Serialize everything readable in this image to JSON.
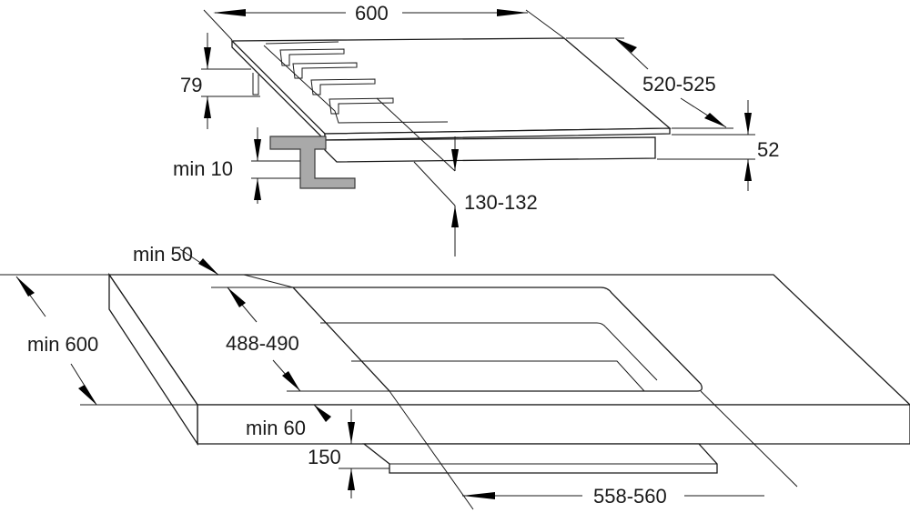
{
  "colors": {
    "line": "#1a1a1a",
    "bracket_fill": "#a9a9a9",
    "background": "#ffffff"
  },
  "labels": {
    "width_600": "600",
    "depth_520_525": "520-525",
    "height_79": "79",
    "min_10": "min 10",
    "dim_130_132": "130-132",
    "height_52": "52",
    "min_50": "min 50",
    "min_600": "min 600",
    "cutout_488_490": "488-490",
    "min_60": "min 60",
    "dim_150": "150",
    "cutout_558_560": "558-560"
  }
}
